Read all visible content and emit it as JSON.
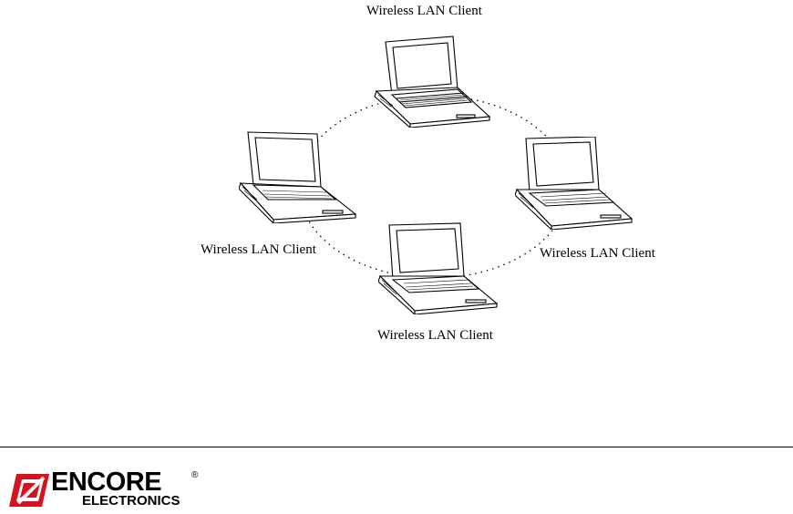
{
  "diagram": {
    "nodes": [
      {
        "label": "Wireless LAN Client"
      },
      {
        "label": "Wireless LAN Client"
      },
      {
        "label": "Wireless LAN Client"
      },
      {
        "label": "Wireless LAN Client"
      }
    ]
  },
  "footer": {
    "brand": "ENCORE",
    "brand_sub": "ELECTRONICS",
    "registered_mark": "®"
  },
  "colors": {
    "line": "#000000",
    "background": "#ffffff",
    "logo_red": "#d6121f"
  }
}
